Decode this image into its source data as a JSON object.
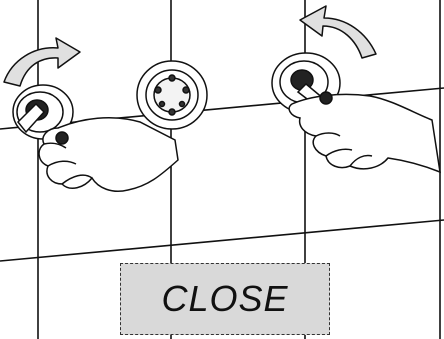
{
  "caption": {
    "text": "CLOSE"
  },
  "colors": {
    "line": "#111111",
    "arrow_fill": "#e0e0e0",
    "label_fill": "#d9d9d9",
    "background": "#ffffff"
  },
  "figures": [
    {
      "name": "left-fixture",
      "action": "rotate-clockwise",
      "arrow": "curved-arrow-right"
    },
    {
      "name": "center-fixture",
      "action": "none"
    },
    {
      "name": "right-fixture",
      "action": "rotate-counterclockwise",
      "arrow": "curved-arrow-left"
    }
  ]
}
